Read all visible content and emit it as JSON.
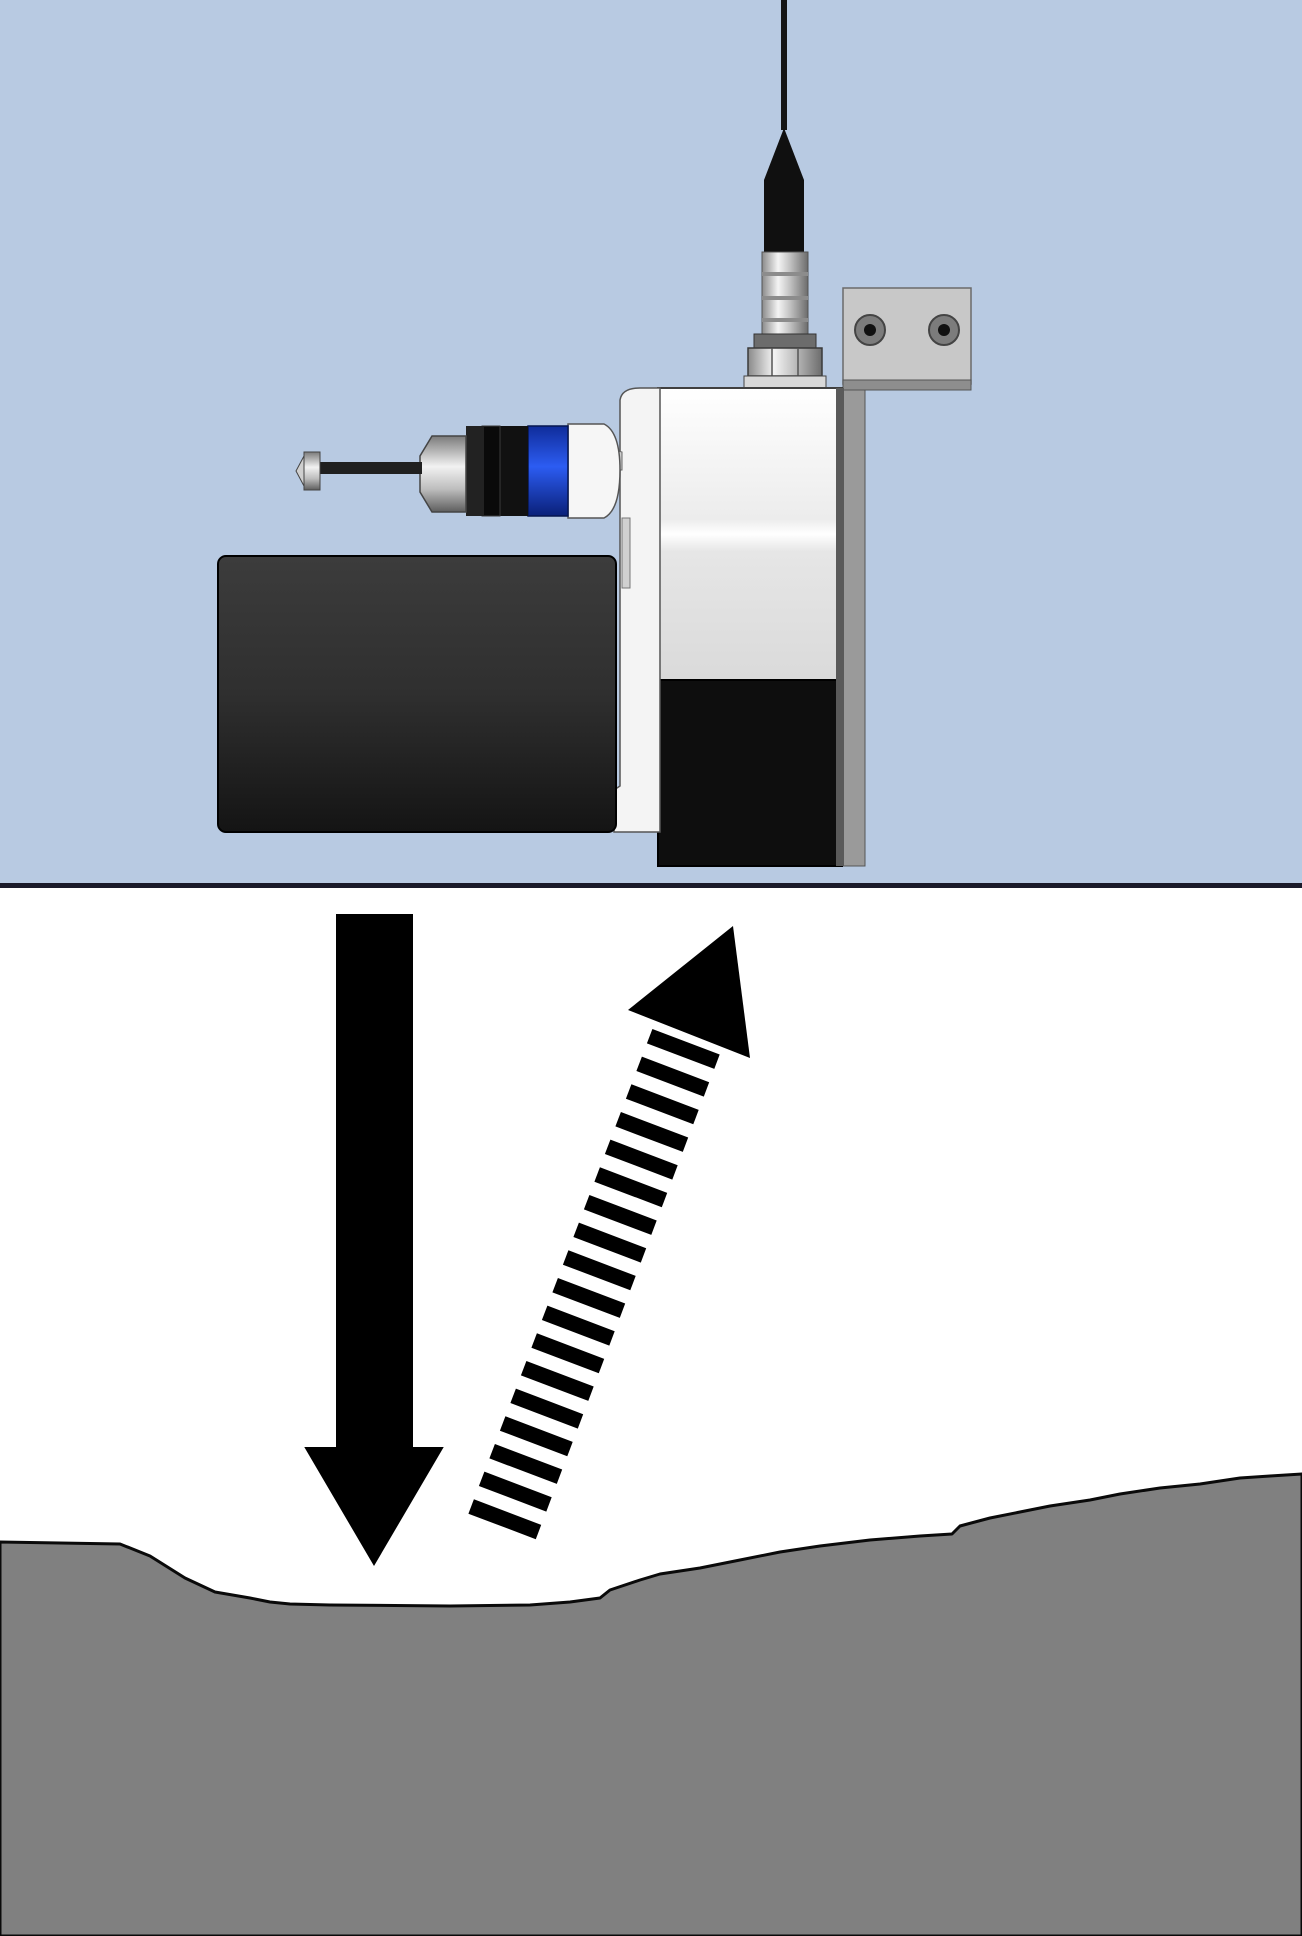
{
  "diagram": {
    "kind": "sensor-measurement-illustration",
    "colors": {
      "background_top": "#b8cae2",
      "background_bottom": "#ffffff",
      "ground": "#808080",
      "divider": "#1a1a2a",
      "arrow": "#000000",
      "sensor_body": "#f2f2f2",
      "sensor_dark": "#111111",
      "housing": "#2d2d2d",
      "accent_ring": "#1444d8",
      "bracket": "#c8c8c8"
    },
    "parts": {
      "cable": "cable",
      "connector": "cable-connector",
      "mounting_bracket": "mounting-bracket",
      "sensor_head": "sensor-head",
      "motor_housing": "motor-housing",
      "probe_shaft": "probe-shaft",
      "emitted_signal": "emitted-signal-arrow",
      "reflected_signal": "reflected-signal-arrow",
      "target_surface": "target-surface"
    }
  }
}
